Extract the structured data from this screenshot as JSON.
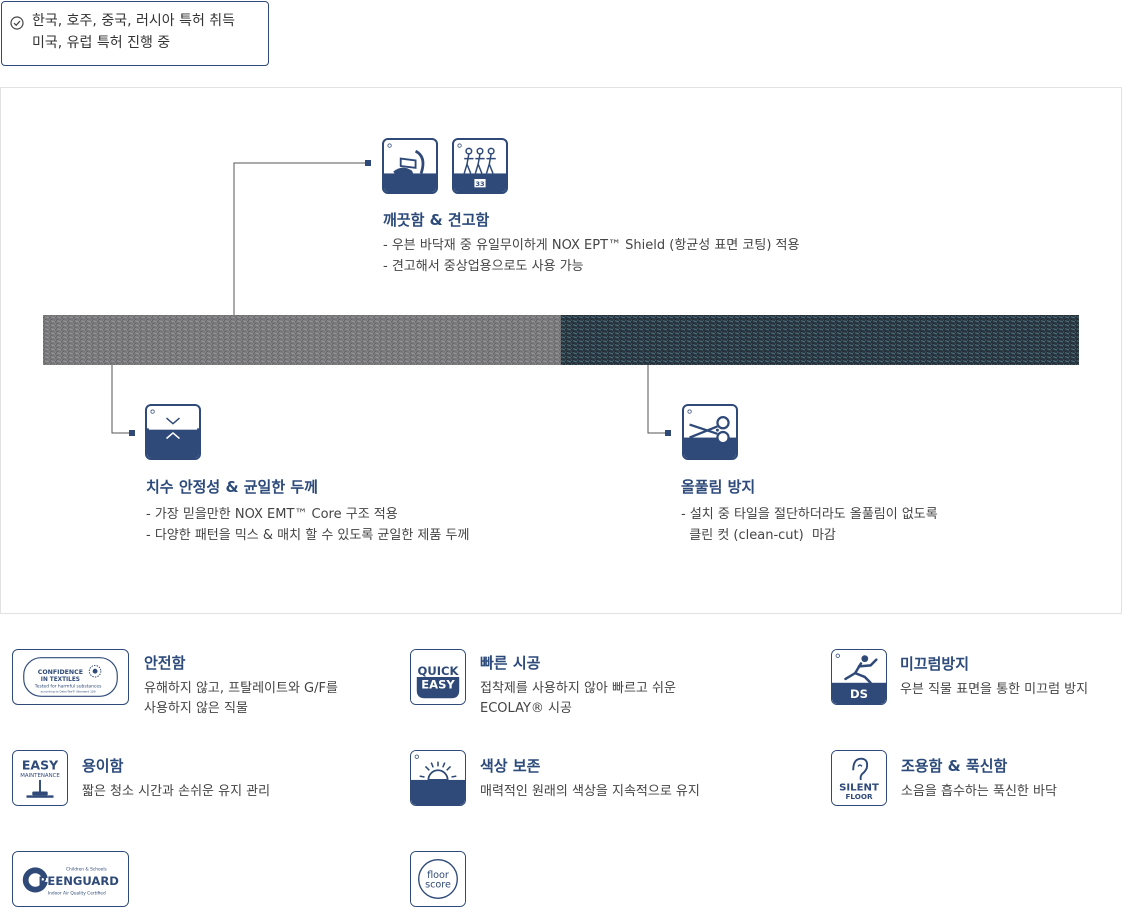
{
  "patent": {
    "line1": "한국, 호주, 중국, 러시아 특허 취득",
    "line2": "미국, 유럽 특허 진행 중"
  },
  "features": {
    "clean": {
      "title": "깨끗함 & 견고함",
      "lines": [
        "- 우븐 바닥재 중 유일무이하게 NOX EPT™ Shield (항균성 표면 코팅) 적용",
        "- 견고해서 중상업용으로도 사용 가능"
      ],
      "icon_badge": "33"
    },
    "stable": {
      "title": "치수 안정성 & 균일한 두께",
      "lines": [
        "- 가장 믿을만한 NOX EMT™ Core 구조 적용",
        "- 다양한 패턴을 믹스 & 매치 할 수 있도록 균일한 제품 두께"
      ]
    },
    "fray": {
      "title": "올풀림 방지",
      "lines": [
        "- 설치 중 타일을 절단하더라도 올풀림이 없도록",
        "  클린 컷 (clean-cut)  마감"
      ]
    }
  },
  "certs": {
    "safety": {
      "title": "안전함",
      "desc": [
        "유해하지 않고, 프탈레이트와 G/F를",
        "사용하지 않은 직물"
      ],
      "badge": {
        "l1": "CONFIDENCE",
        "l2": "IN TEXTILES",
        "l3": "Tested for harmful substances",
        "l4": "according to Oeko-Tex® Standard 100"
      }
    },
    "quick": {
      "title": "빠른 시공",
      "desc": [
        "접착제를 사용하지 않아 빠르고 쉬운",
        "ECOLAY® 시공"
      ],
      "badge": {
        "l1": "QUICK",
        "l2": "EASY"
      }
    },
    "slip": {
      "title": "미끄럼방지",
      "desc": [
        "우븐 직물 표면을 통한 미끄럼 방지"
      ],
      "badge": {
        "l1": "DS"
      }
    },
    "easy": {
      "title": "용이함",
      "desc": [
        "짧은 청소 시간과 손쉬운 유지 관리"
      ],
      "badge": {
        "l1": "EASY",
        "l2": "MAINTENANCE"
      }
    },
    "color": {
      "title": "색상 보존",
      "desc": [
        "매력적인 원래의 색상을 지속적으로 유지"
      ]
    },
    "silent": {
      "title": "조용함 & 푹신함",
      "desc": [
        "소음을 흡수하는 푹신한 바닥"
      ],
      "badge": {
        "l1": "SILENT",
        "l2": "FLOOR"
      }
    },
    "greenguard": {
      "badge": {
        "l1": "Children & Schools",
        "l2": "REENGUARD",
        "l3": "Indoor Air Quality Certified"
      }
    },
    "floorscore": {
      "badge": {
        "l1": "floor",
        "l2": "score"
      }
    }
  },
  "colors": {
    "navy": "#2f4a78",
    "title": "#2c4a7a",
    "carpet_left": "#7d7d80",
    "carpet_right": "#2d3a45"
  }
}
